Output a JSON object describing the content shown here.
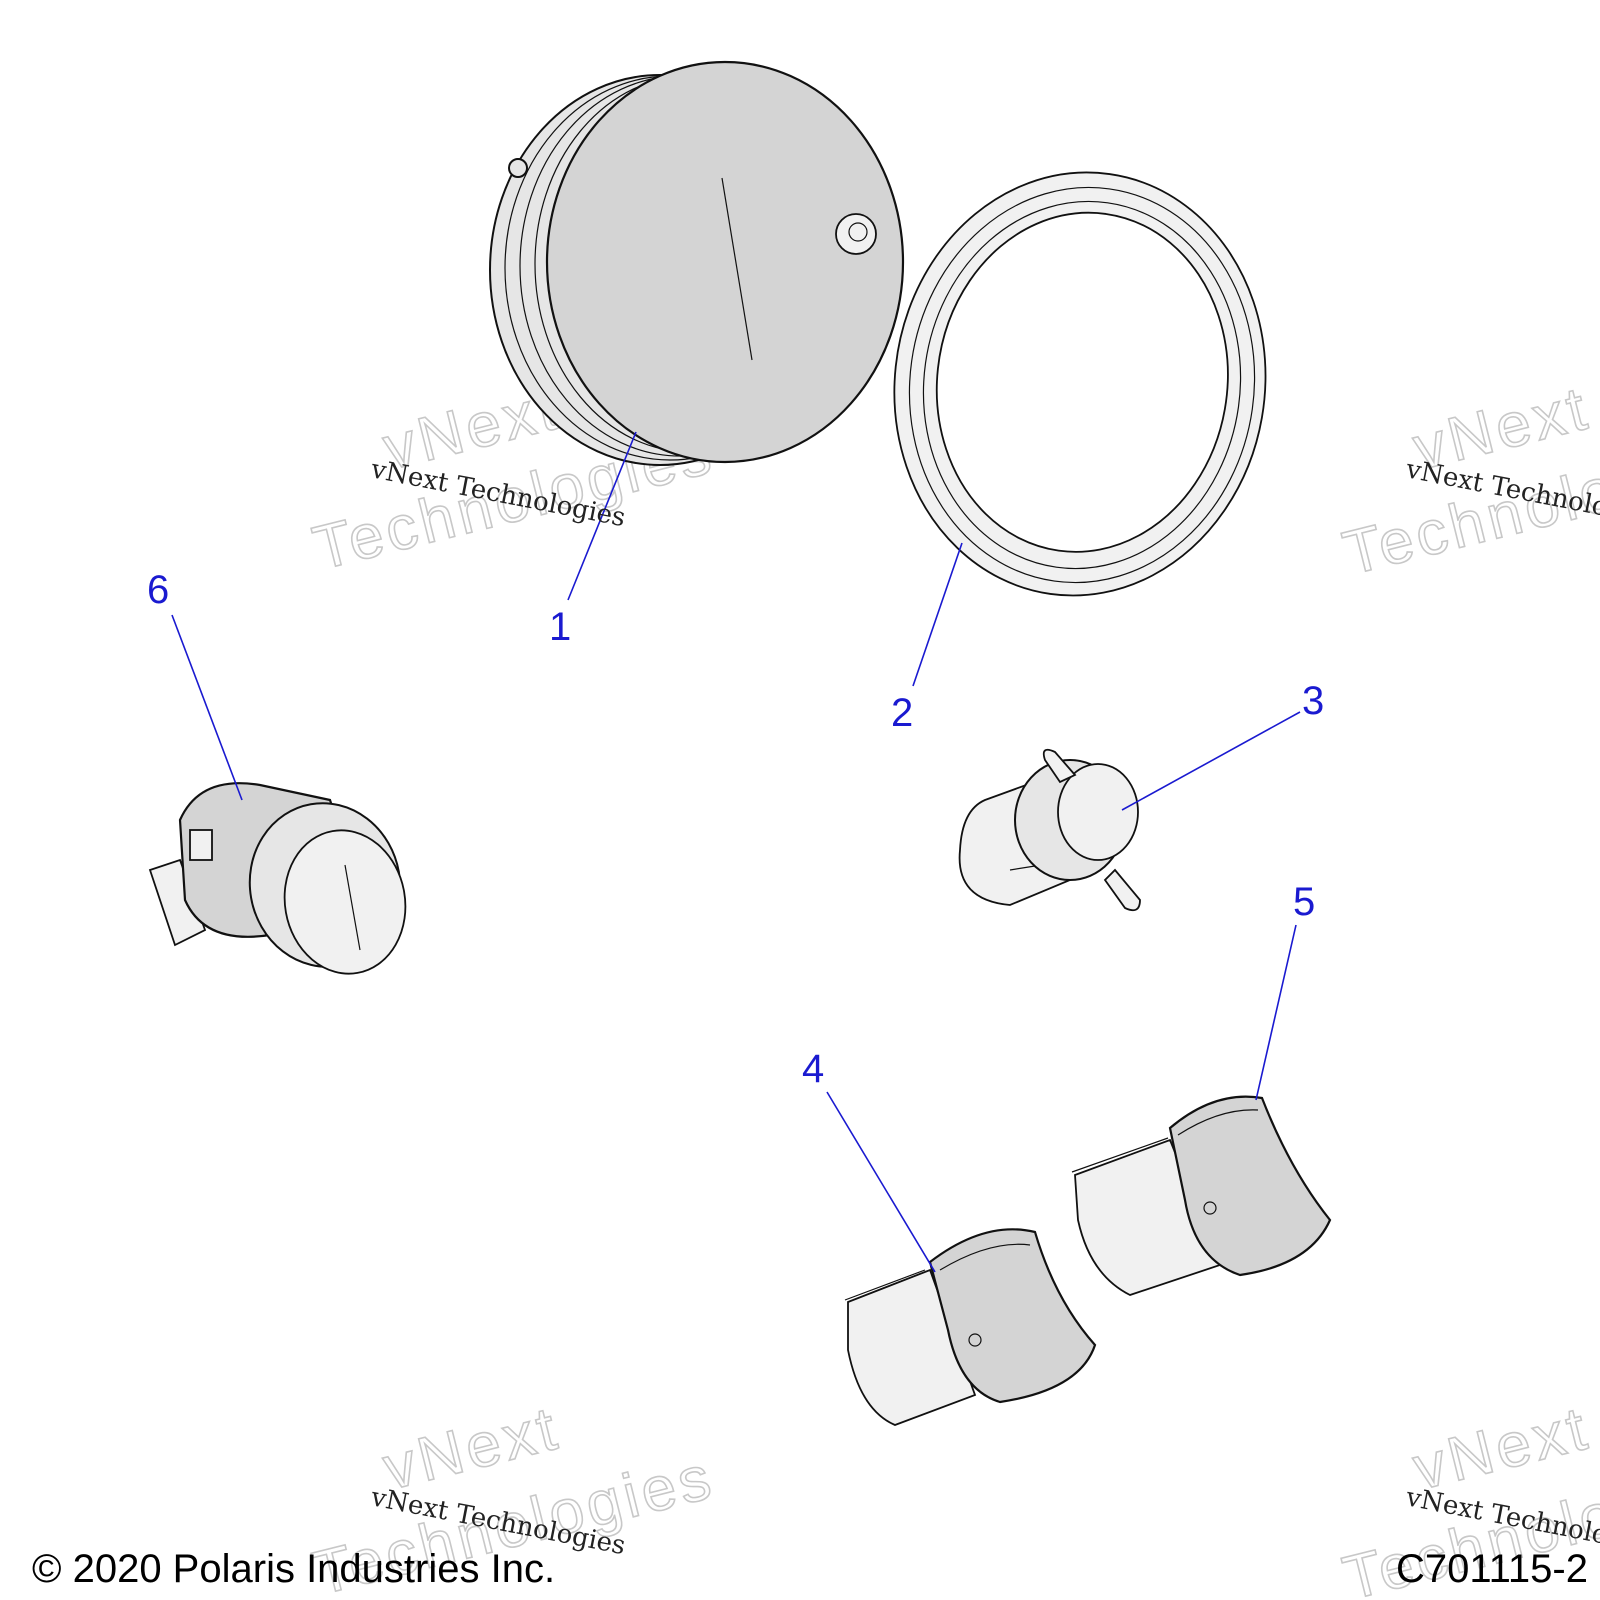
{
  "callouts": [
    {
      "label": "1",
      "part": "gauge-cluster"
    },
    {
      "label": "2",
      "part": "bezel-ring"
    },
    {
      "label": "3",
      "part": "indicator-bulb"
    },
    {
      "label": "4",
      "part": "rocker-switch-a"
    },
    {
      "label": "5",
      "part": "rocker-switch-b"
    },
    {
      "label": "6",
      "part": "ignition-switch"
    }
  ],
  "watermark": {
    "line_text": "vNext Technologies",
    "word1": "vNext",
    "word2": "Technologies"
  },
  "footer": {
    "copyright": "© 2020 Polaris Industries Inc.",
    "diagram_id": "C701115-2"
  },
  "colors": {
    "callout": "#1a1ad0",
    "part_fill": "#d4d4d4",
    "line": "#111111"
  }
}
